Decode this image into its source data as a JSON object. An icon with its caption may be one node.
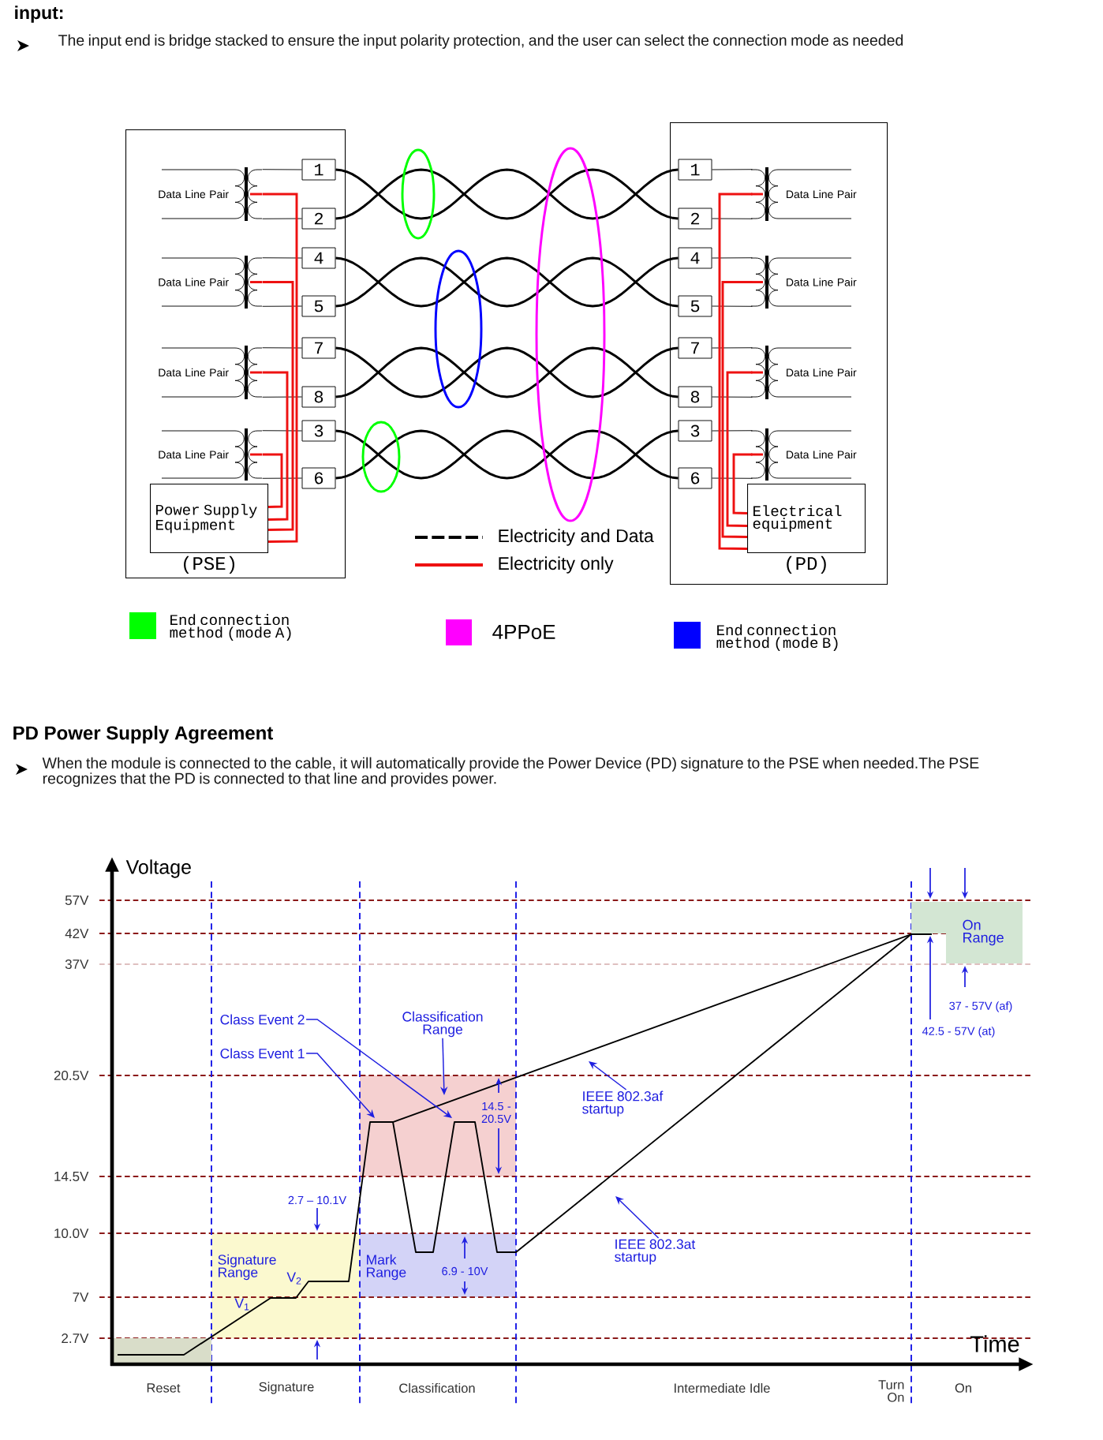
{
  "diagram": {
    "nodes": [
      {
        "text": [],
        "shape": "box"
      },
      {
        "text": [
          "1"
        ],
        "in": 0
      },
      {
        "text": [
          "2"
        ],
        "in": 0
      },
      {
        "text": [
          "4"
        ],
        "in": 0
      },
      {
        "text": [
          "5"
        ],
        "in": 0
      },
      {
        "text": [
          "7"
        ],
        "in": 0
      },
      {
        "text": [
          "8"
        ],
        "in": 0
      },
      {
        "text": [
          "3"
        ],
        "in": 0
      },
      {
        "text": [
          "6"
        ],
        "in": 0
      },
      {
        "text": [
          "Power Supply Equipment"
        ],
        "beside": [
          "(PSE)"
        ],
        "in": 0
      },
      {
        "text": [
          "Data Line Pair"
        ],
        "in": 0
      },
      {
        "text": [
          "Data Line Pair"
        ],
        "in": 0
      },
      {
        "text": [
          "Data Line Pair"
        ],
        "in": 0
      },
      {
        "text": [
          "Data Line Pair"
        ],
        "in": 0
      },
      {
        "text": [],
        "shape": "box"
      },
      {
        "text": [
          "1"
        ],
        "in": 14
      },
      {
        "text": [
          "2"
        ],
        "in": 14
      },
      {
        "text": [
          "4"
        ],
        "in": 14
      },
      {
        "text": [
          "5"
        ],
        "in": 14
      },
      {
        "text": [
          "7"
        ],
        "in": 14
      },
      {
        "text": [
          "8"
        ],
        "in": 14
      },
      {
        "text": [
          "3"
        ],
        "in": 14
      },
      {
        "text": [
          "6"
        ],
        "in": 14
      },
      {
        "text": [
          "Electrical equipment"
        ],
        "beside": [
          "(PD)"
        ],
        "in": 14
      },
      {
        "text": [
          "Data Line Pair"
        ],
        "in": 14
      },
      {
        "text": [
          "Data Line Pair"
        ],
        "in": 14
      },
      {
        "text": [
          "Data Line Pair"
        ],
        "in": 14
      },
      {
        "text": [
          "Data Line Pair"
        ],
        "in": 14
      },
      {
        "text": [
          "Class Event 2"
        ]
      },
      {
        "text": [
          "Class Event 1"
        ]
      },
      {
        "text": [
          "Classification Range"
        ]
      },
      {
        "text": [
          "IEEE 802.3af startup"
        ]
      },
      {
        "text": [
          "IEEE 802.3at startup"
        ]
      },
      {
        "text": [
          "Signature Range"
        ]
      },
      {
        "text": [
          "14.5 - 20.5V"
        ]
      },
      {
        "text": [
          "Mark Range"
        ]
      }
    ],
    "edges": [
      {
        "from": 1,
        "to": 15,
        "arrow": "none",
        "color": "#000000"
      },
      {
        "from": 2,
        "to": 16,
        "arrow": "none",
        "color": "#000000"
      },
      {
        "from": 3,
        "to": 17,
        "arrow": "none",
        "color": "#000000"
      },
      {
        "from": 4,
        "to": 18,
        "arrow": "none",
        "color": "#000000"
      },
      {
        "from": 5,
        "to": 19,
        "arrow": "none",
        "color": "#000000"
      },
      {
        "from": 6,
        "to": 20,
        "arrow": "none",
        "color": "#000000"
      },
      {
        "from": 7,
        "to": 21,
        "arrow": "none",
        "color": "#000000"
      },
      {
        "from": 8,
        "to": 22,
        "arrow": "none",
        "color": "#000000"
      },
      {
        "from": 28,
        "to": 34,
        "arrow": "to",
        "color": "#1f1fe0"
      },
      {
        "from": 29,
        "to": 34,
        "arrow": "to",
        "color": "#1f1fe0"
      },
      {
        "from": 30,
        "to": 34,
        "arrow": "to",
        "color": "#1f1fe0"
      },
      {
        "from": 31,
        "to": null,
        "arrow": "to",
        "color": "#1f1fe0"
      },
      {
        "from": 32,
        "to": null,
        "arrow": "to",
        "color": "#1f1fe0"
      },
      {
        "from": 10,
        "to": 1,
        "arrow": "none",
        "color": "#000000"
      },
      {
        "from": 10,
        "to": 2,
        "arrow": "none",
        "color": "#000000"
      },
      {
        "from": 11,
        "to": 3,
        "arrow": "none",
        "color": "#000000"
      },
      {
        "from": 11,
        "to": 4,
        "arrow": "none",
        "color": "#000000"
      },
      {
        "from": 12,
        "to": 5,
        "arrow": "none",
        "color": "#000000"
      },
      {
        "from": 12,
        "to": 6,
        "arrow": "none",
        "color": "#000000"
      },
      {
        "from": 13,
        "to": 7,
        "arrow": "none",
        "color": "#000000"
      },
      {
        "from": 13,
        "to": 8,
        "arrow": "none",
        "color": "#000000"
      },
      {
        "from": 15,
        "to": 24,
        "arrow": "none",
        "color": "#000000"
      },
      {
        "from": 16,
        "to": 24,
        "arrow": "none",
        "color": "#000000"
      },
      {
        "from": 17,
        "to": 25,
        "arrow": "none",
        "color": "#000000"
      },
      {
        "from": 18,
        "to": 25,
        "arrow": "none",
        "color": "#000000"
      },
      {
        "from": 19,
        "to": 26,
        "arrow": "none",
        "color": "#000000"
      },
      {
        "from": 20,
        "to": 26,
        "arrow": "none",
        "color": "#000000"
      },
      {
        "from": 21,
        "to": 27,
        "arrow": "none",
        "color": "#000000"
      },
      {
        "from": 22,
        "to": 27,
        "arrow": "none",
        "color": "#000000"
      },
      {
        "from": 9,
        "to": 10,
        "arrow": "none",
        "color": "#ee1111"
      },
      {
        "from": 9,
        "to": 11,
        "arrow": "none",
        "color": "#ee1111"
      },
      {
        "from": 9,
        "to": 12,
        "arrow": "none",
        "color": "#ee1111"
      },
      {
        "from": 9,
        "to": 13,
        "arrow": "none",
        "color": "#ee1111"
      },
      {
        "from": 23,
        "to": 24,
        "arrow": "none",
        "color": "#ee1111"
      },
      {
        "from": 23,
        "to": 25,
        "arrow": "none",
        "color": "#ee1111"
      },
      {
        "from": 23,
        "to": 26,
        "arrow": "none",
        "color": "#ee1111"
      },
      {
        "from": 23,
        "to": 27,
        "arrow": "none",
        "color": "#ee1111"
      }
    ],
    "labels": [
      "input:",
      "The input end is bridge stacked to ensure the input polarity protection, and the user can select the connection mode as needed",
      "PD Power Supply Agreement",
      "When the module is connected to the cable, it will automatically provide the Power Device (PD) signature to the PSE when needed.The PSE recognizes that the PD is connected to that line and provides power.",
      "Voltage",
      "57V",
      "42V",
      "37V",
      "20.5V",
      "14.5V",
      "10.0V",
      "7V",
      "2.7V",
      "37 - 57V (af)",
      "42.5 - 57V (at)",
      "2.7 – 10.1V",
      "V$_{2}$",
      "V$_{1}$",
      "6.9 - 10V",
      "Time",
      "Reset",
      "Signature",
      "Classification",
      "Intermediate Idle",
      "Turn On",
      "On",
      "On Range"
    ],
    "legend": [
      {
        "text": "Electricity and Data"
      },
      {
        "text": "Electricity only"
      },
      {
        "text": "End connection method (mode A)",
        "color": "#00ff00"
      },
      {
        "text": "4PPoE",
        "color": "#ff00ff"
      },
      {
        "text": "End connection method (mode B)",
        "color": "#0000ff"
      }
    ]
  }
}
